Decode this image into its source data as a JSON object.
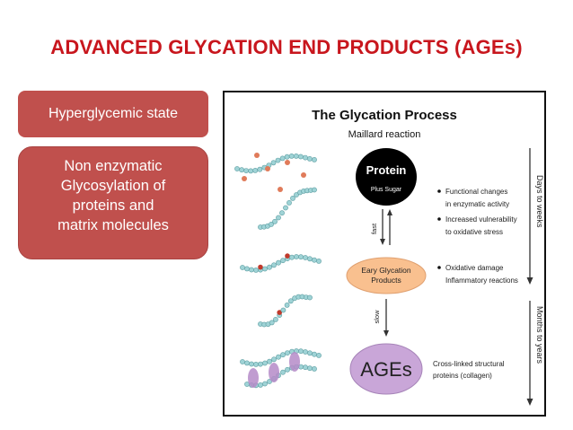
{
  "slide": {
    "title": "ADVANCED GLYCATION END PRODUCTS (AGEs)"
  },
  "left_boxes": {
    "box1": "Hyperglycemic state",
    "box2_lines": [
      "Non enzymatic",
      "Glycosylation of",
      "proteins and",
      "matrix molecules"
    ]
  },
  "figure": {
    "title": "The Glycation Process",
    "subtitle": "Maillard reaction",
    "protein_label": "Protein",
    "protein_sub": "Plus Sugar",
    "early_label_1": "Eary Glycation",
    "early_label_2": "Products",
    "ages_label": "AGEs",
    "fast_label": "fast",
    "slow_label": "slow",
    "side_label_top": "Days to weeks",
    "side_label_bottom": "Months to years",
    "bullets_protein": [
      "Functional changes",
      "in enzymatic activity",
      "Increased vulnerability",
      "to oxidative stress"
    ],
    "bullets_early": [
      "Oxidative damage",
      "Inflammatory reactions"
    ],
    "ages_desc_1": "Cross-linked structural",
    "ages_desc_2": "proteins (collagen)",
    "colors": {
      "protein": "#000000",
      "early": "#f9c08f",
      "ages": "#c9a6d8",
      "chain": "#9fd3d6",
      "sugar": "#e07b5a"
    }
  }
}
